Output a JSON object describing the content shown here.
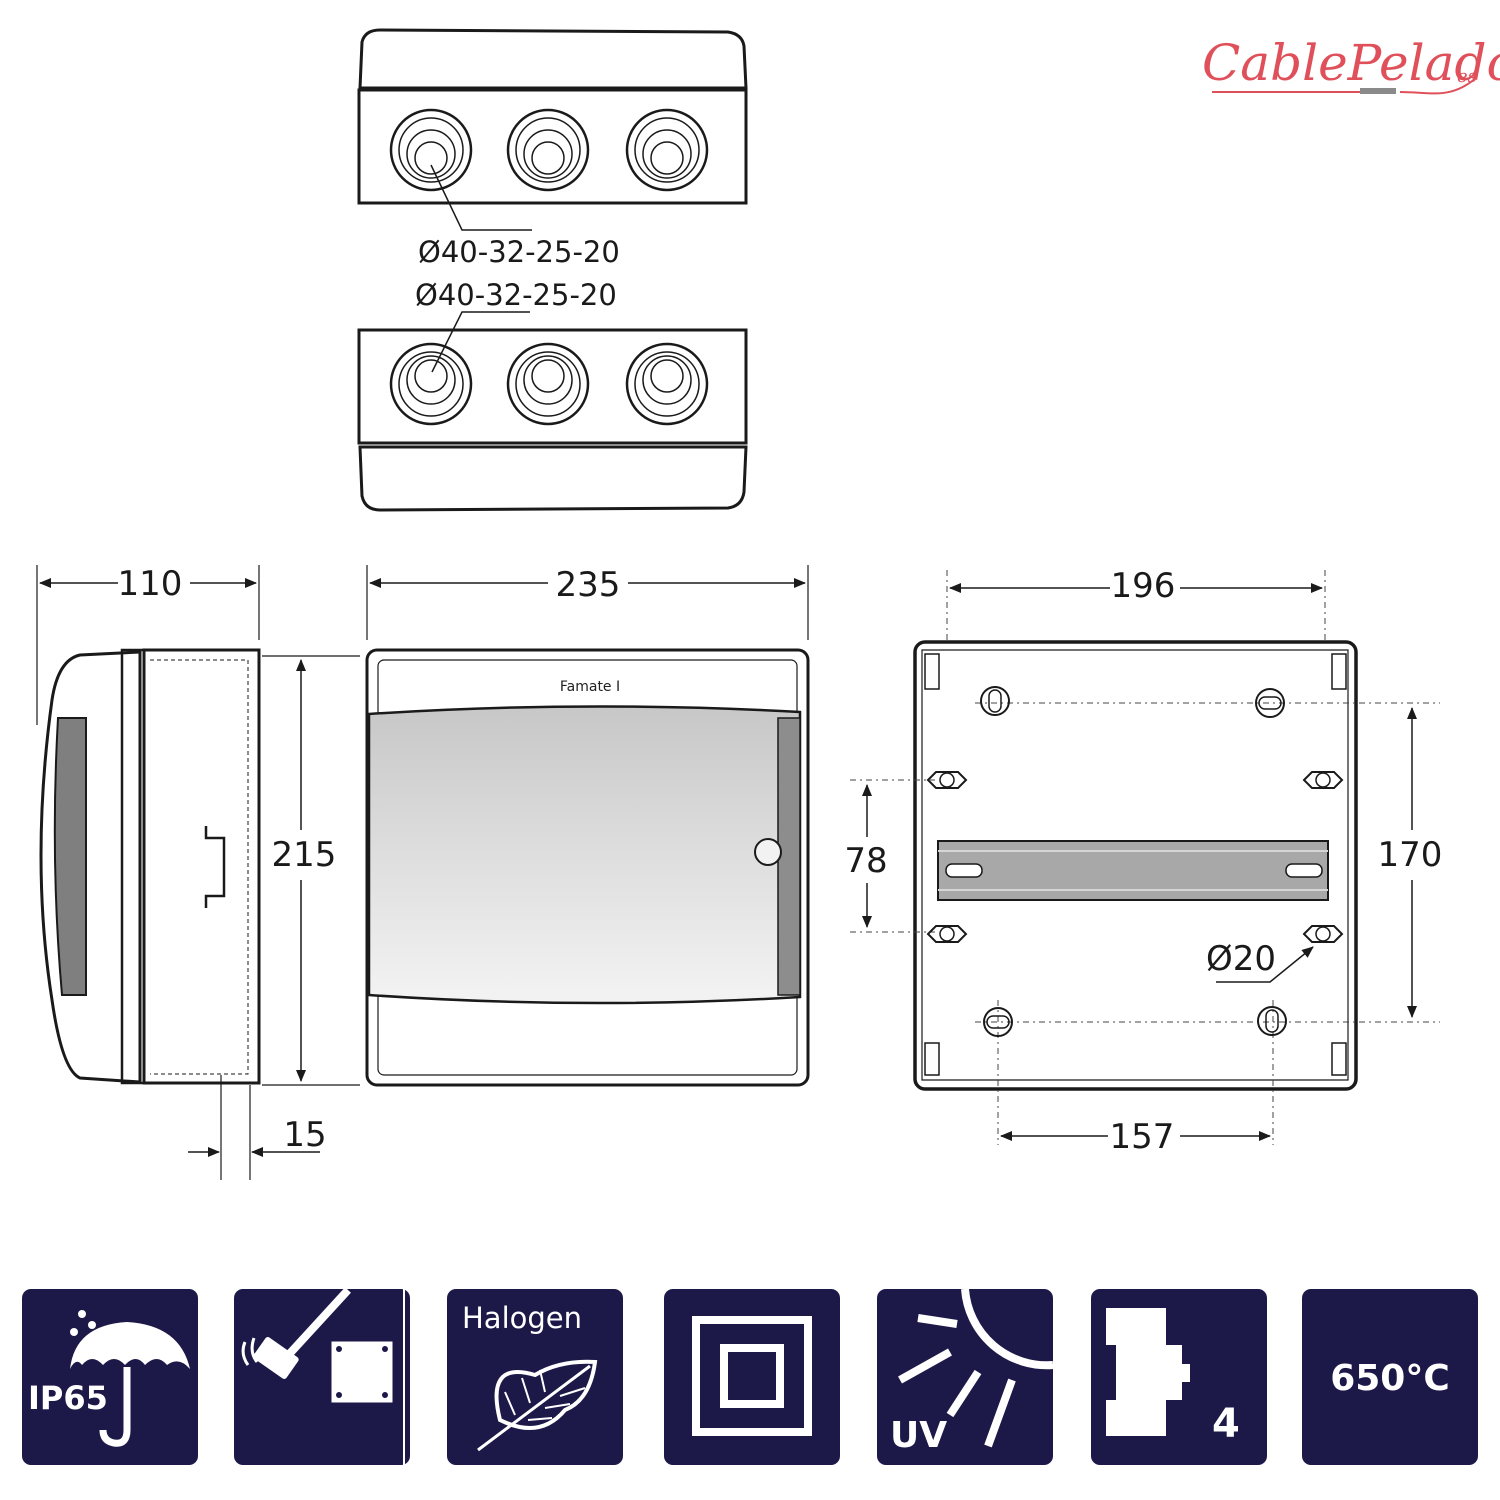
{
  "brand": {
    "logo_text": "CablePelado",
    "logo_suffix": "es",
    "color": "#e0505a"
  },
  "top_view": {
    "gland_label": "Ø40-32-25-20"
  },
  "bottom_view": {
    "gland_label": "Ø40-32-25-20"
  },
  "side_view": {
    "depth": "110",
    "height": "215",
    "din_offset": "15"
  },
  "front_view": {
    "width": "235",
    "product_name": "Famate I"
  },
  "back_view": {
    "width": "196",
    "hole_spacing": "157",
    "height": "170",
    "rail_spacing": "78",
    "hole_diameter": "Ø20"
  },
  "badges": {
    "color": "#1c1848",
    "ip": "IP65",
    "halogen": "Halogen",
    "uv": "UV",
    "modules": "4",
    "temperature": "650°C"
  }
}
